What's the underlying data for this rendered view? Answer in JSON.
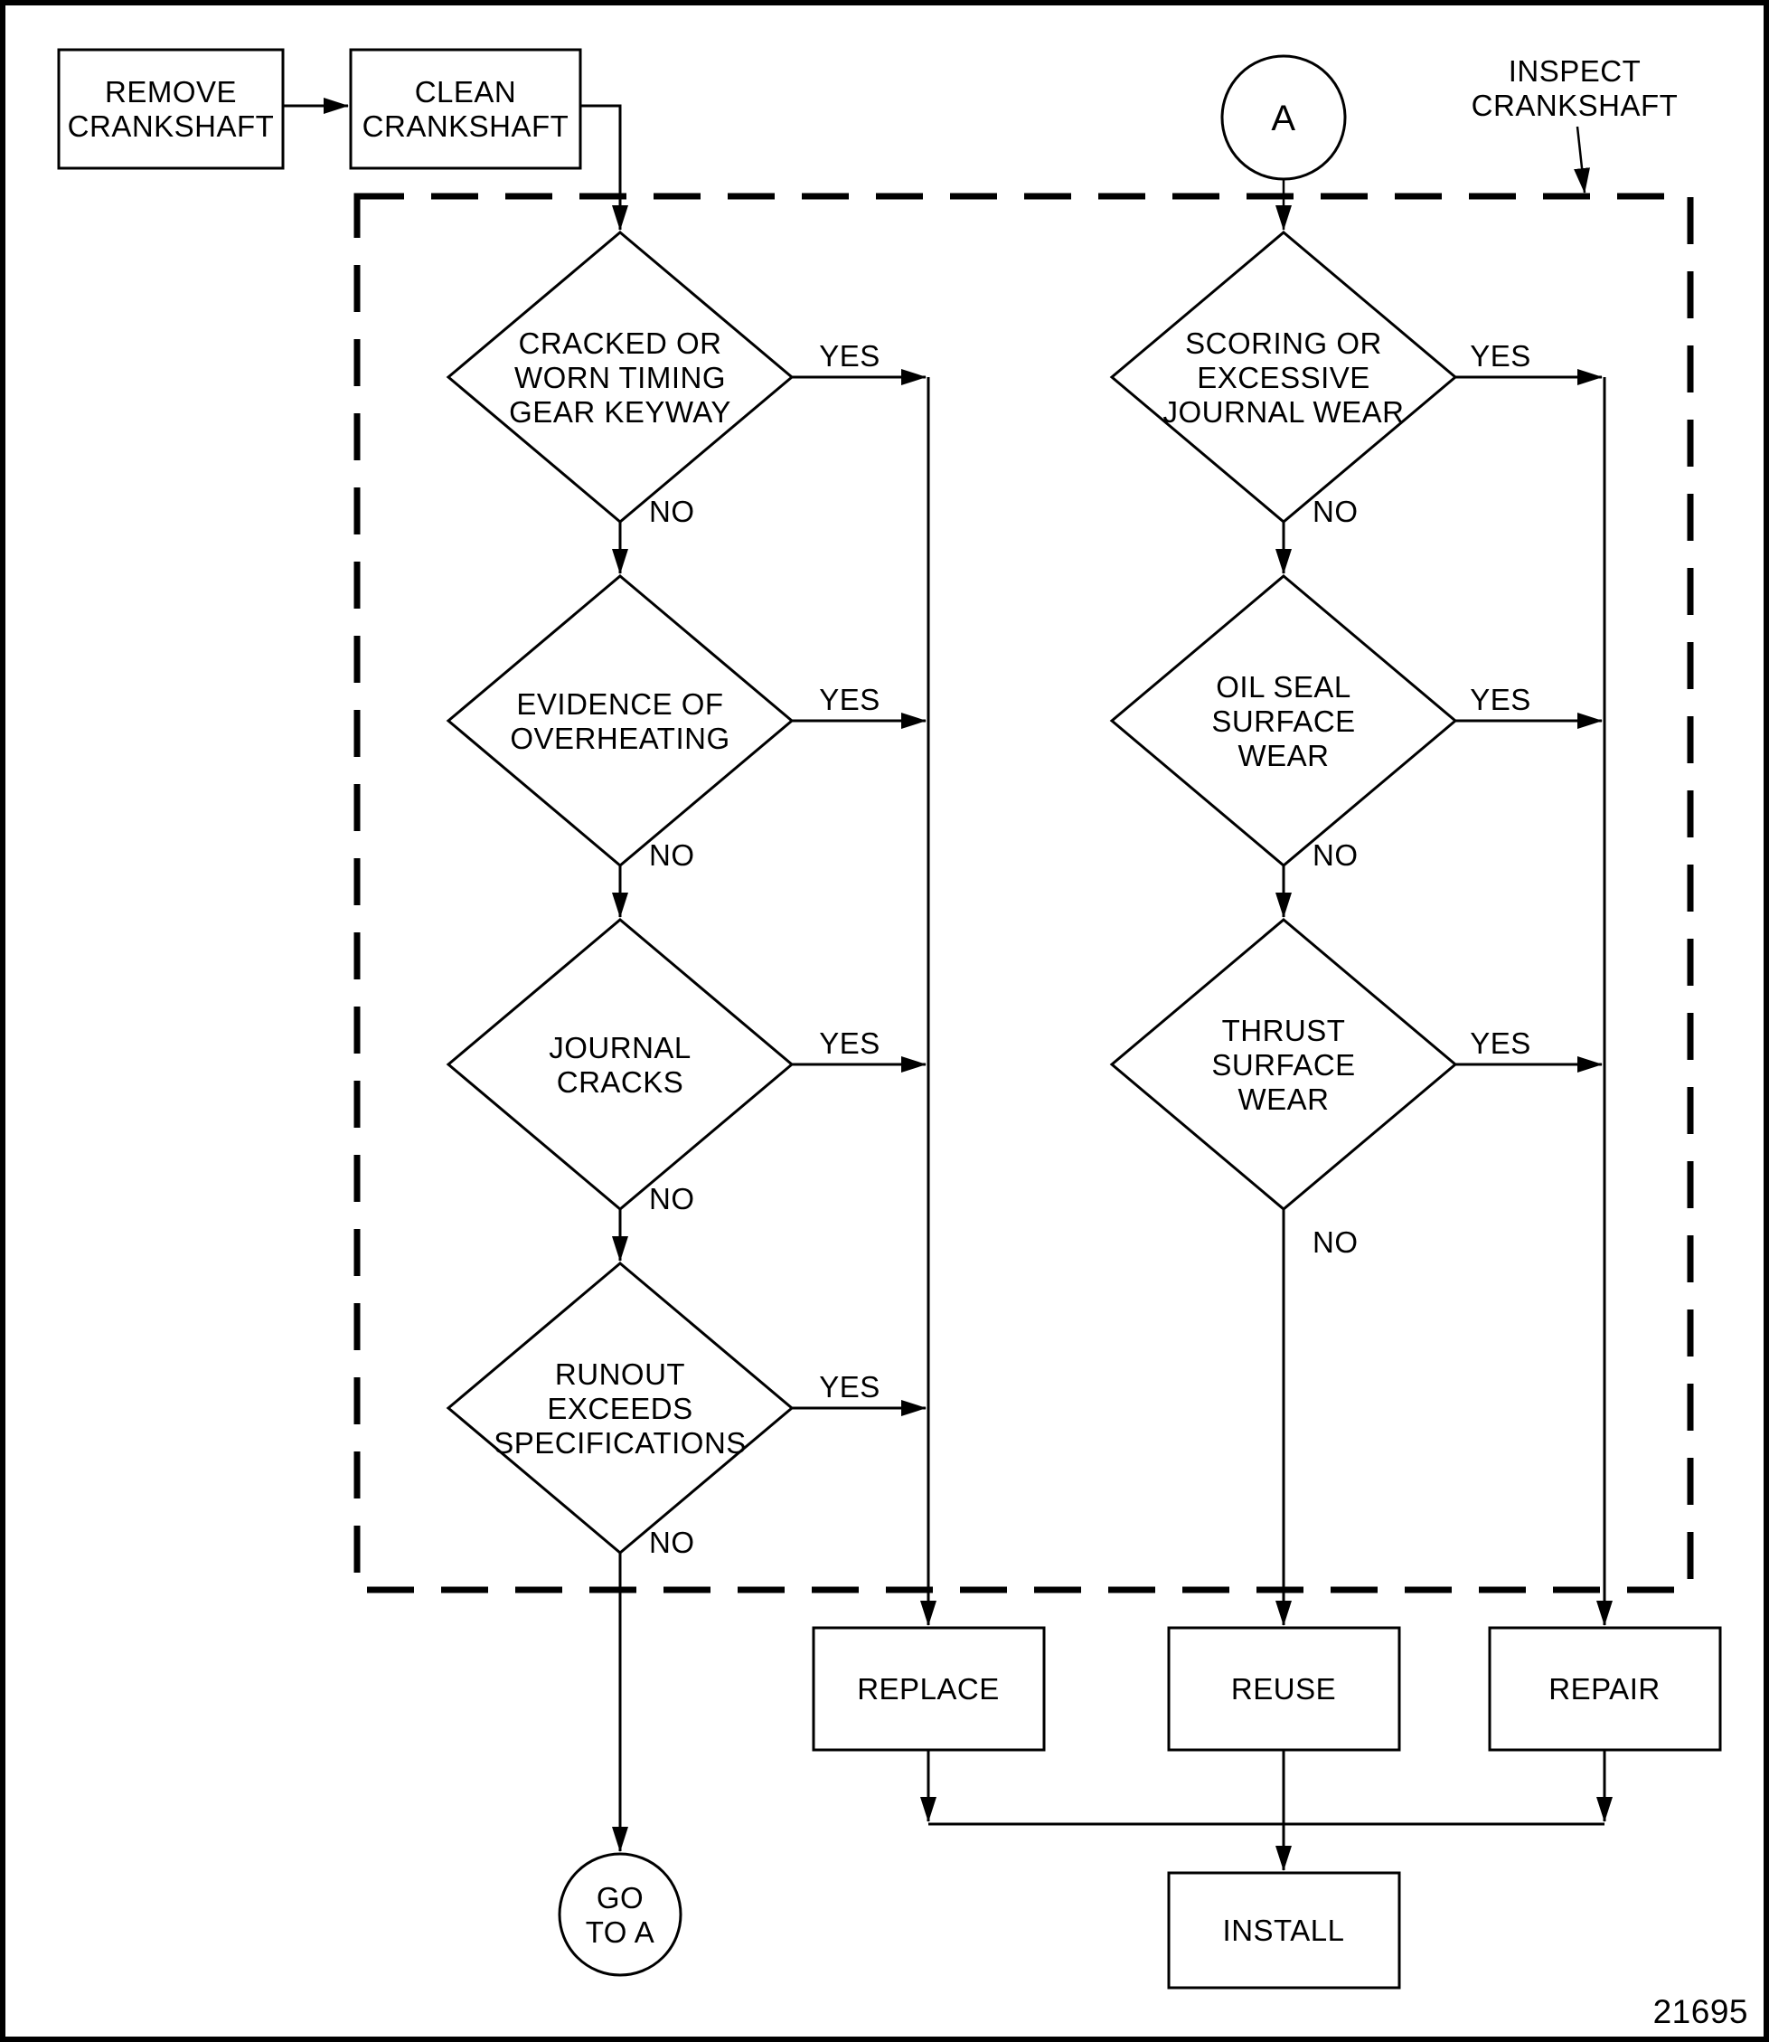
{
  "figure_number": "21695",
  "decision_labels": {
    "yes": "YES",
    "no": "NO"
  },
  "nodes": {
    "remove": {
      "lines": [
        "REMOVE",
        "CRANKSHAFT"
      ]
    },
    "clean": {
      "lines": [
        "CLEAN",
        "CRANKSHAFT"
      ]
    },
    "connector_a": {
      "label": "A"
    },
    "inspect_caption": {
      "lines": [
        "INSPECT",
        "CRANKSHAFT"
      ]
    },
    "cracked_keyway": {
      "lines": [
        "CRACKED OR",
        "WORN TIMING",
        "GEAR KEYWAY"
      ]
    },
    "overheating": {
      "lines": [
        "EVIDENCE OF",
        "OVERHEATING"
      ]
    },
    "journal_cracks": {
      "lines": [
        "JOURNAL",
        "CRACKS"
      ]
    },
    "runout": {
      "lines": [
        "RUNOUT",
        "EXCEEDS",
        "SPECIFICATIONS"
      ]
    },
    "scoring": {
      "lines": [
        "SCORING OR",
        "EXCESSIVE",
        "JOURNAL WEAR"
      ]
    },
    "oil_seal": {
      "lines": [
        "OIL SEAL",
        "SURFACE",
        "WEAR"
      ]
    },
    "thrust": {
      "lines": [
        "THRUST",
        "SURFACE",
        "WEAR"
      ]
    },
    "replace": {
      "label": "REPLACE"
    },
    "reuse": {
      "label": "REUSE"
    },
    "repair": {
      "label": "REPAIR"
    },
    "install": {
      "label": "INSTALL"
    },
    "go_to_a": {
      "lines": [
        "GO",
        "TO A"
      ]
    }
  }
}
